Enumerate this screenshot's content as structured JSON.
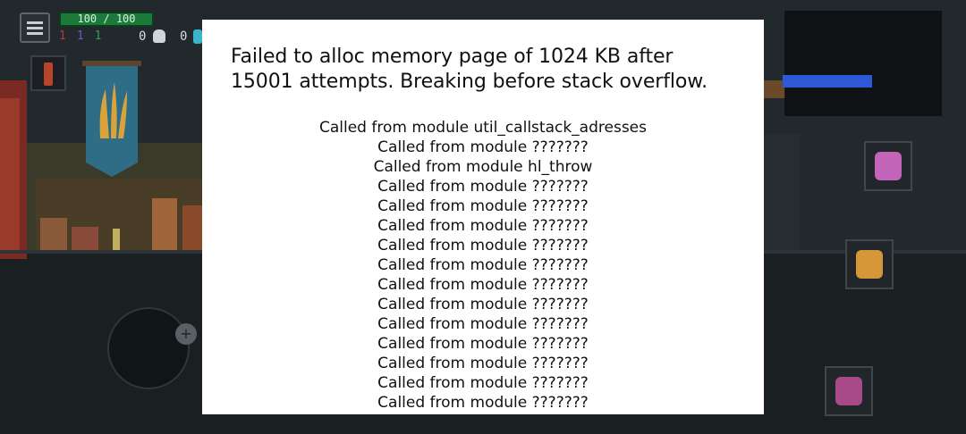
{
  "hud": {
    "health": "100 / 100",
    "scrolls": [
      "1",
      "1",
      "1"
    ],
    "cells": "0",
    "cells_secondary": "0"
  },
  "error_dialog": {
    "title": "Failed to alloc memory page of 1024 KB after 15001 attempts. Breaking before stack overflow.",
    "stack": [
      "Called from module util_callstack_adresses",
      "Called from module ???????",
      "Called from module hl_throw",
      "Called from module ???????",
      "Called from module ???????",
      "Called from module ???????",
      "Called from module ???????",
      "Called from module ???????",
      "Called from module ???????",
      "Called from module ???????",
      "Called from module ???????",
      "Called from module ???????",
      "Called from module ???????",
      "Called from module ???????",
      "Called from module ???????"
    ]
  },
  "colors": {
    "dialog_bg": "#ffffff",
    "dialog_text": "#111111",
    "health_green": "#1b7a3a",
    "banner_blue": "#2f6d86",
    "banner_gold": "#d9a23a"
  }
}
